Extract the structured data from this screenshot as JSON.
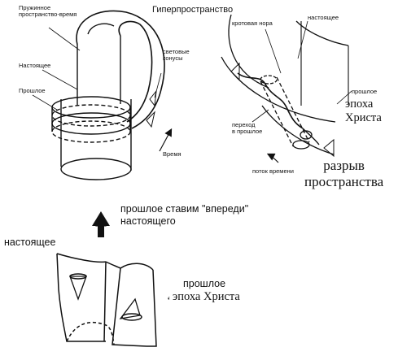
{
  "top_left": {
    "title": "Гиперпространство",
    "spring_label": "Пружинное\nпространство-время",
    "present_label": "Настоящее",
    "past_label": "Прошлое",
    "light_cones_label": "световые\nконусы",
    "time_label": "Время"
  },
  "top_right": {
    "wormhole_label": "кротовая нора",
    "present_label": "настоящее",
    "past_label": "прошлое",
    "era_label": "эпоха\nХриста",
    "transition_label": "переход\nв прошлое",
    "time_flow_label": "поток времени",
    "rupture_label": "разрыв\nпространства"
  },
  "bottom": {
    "caption": "прошлое ставим \"впереди\"\nнастоящего",
    "present_label": "настоящее",
    "past_label": "прошлое",
    "era_label": "эпоха Христа"
  }
}
